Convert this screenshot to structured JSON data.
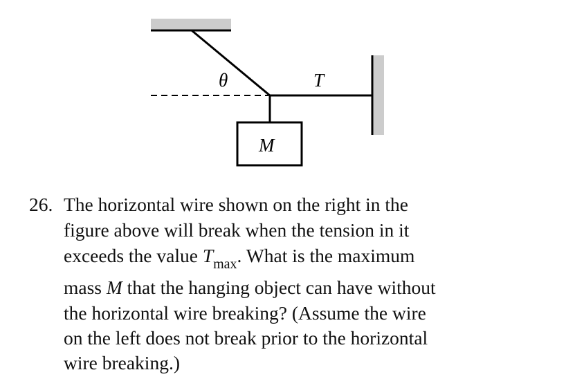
{
  "figure": {
    "label_theta": "θ",
    "label_T": "T",
    "label_M": "M",
    "colors": {
      "support_fill": "#cccccc",
      "line": "#000000"
    }
  },
  "question": {
    "number": "26.",
    "lines": [
      "The horizontal wire shown on the right in the",
      "figure above will break when the tension in it"
    ],
    "line3_pre": "exceeds the value ",
    "line3_var": "T",
    "line3_sub": "max",
    "line3_post": ".  What is the maximum",
    "line4_pre": "mass ",
    "line4_var": "M",
    "line4_post": " that the hanging object can have without",
    "lines_rest": [
      "the horizontal wire breaking? (Assume the wire",
      "on the left does not break prior to the horizontal",
      "wire breaking.)"
    ]
  }
}
